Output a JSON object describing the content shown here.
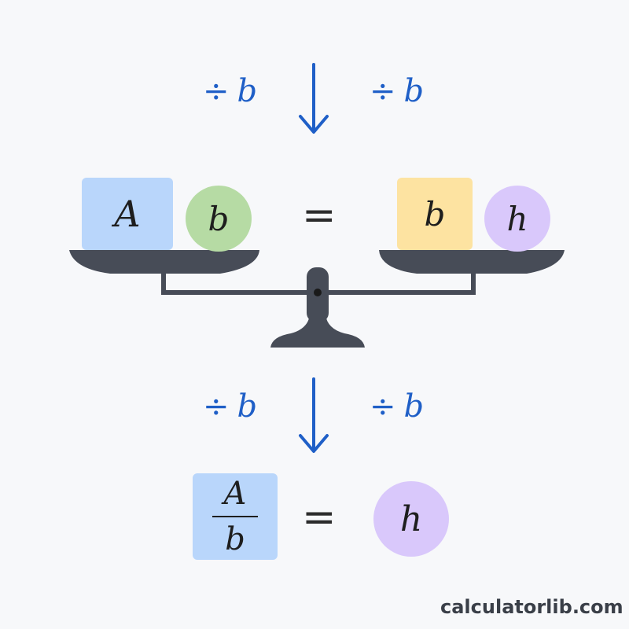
{
  "step1": {
    "left_op": {
      "symbol": "÷",
      "var": "b"
    },
    "right_op": {
      "symbol": "÷",
      "var": "b"
    }
  },
  "balance": {
    "left": [
      {
        "label": "A",
        "shape": "square",
        "color": "#b9d6fb"
      },
      {
        "label": "b",
        "shape": "circle",
        "color": "#b6dba4"
      }
    ],
    "equals": "=",
    "right": [
      {
        "label": "b",
        "shape": "square",
        "color": "#fde3a1"
      },
      {
        "label": "h",
        "shape": "circle",
        "color": "#d9c8fb"
      }
    ],
    "beam_color": "#474c57"
  },
  "step2": {
    "left_op": {
      "symbol": "÷",
      "var": "b"
    },
    "right_op": {
      "symbol": "÷",
      "var": "b"
    }
  },
  "result": {
    "numerator": "A",
    "denominator": "b",
    "equals": "=",
    "rhs": "h",
    "fraction_color": "#b9d6fb",
    "rhs_color": "#d9c8fb"
  },
  "colors": {
    "operator": "#1f5fc7",
    "arrow": "#1f5fc7"
  },
  "watermark": "calculatorlib.com"
}
